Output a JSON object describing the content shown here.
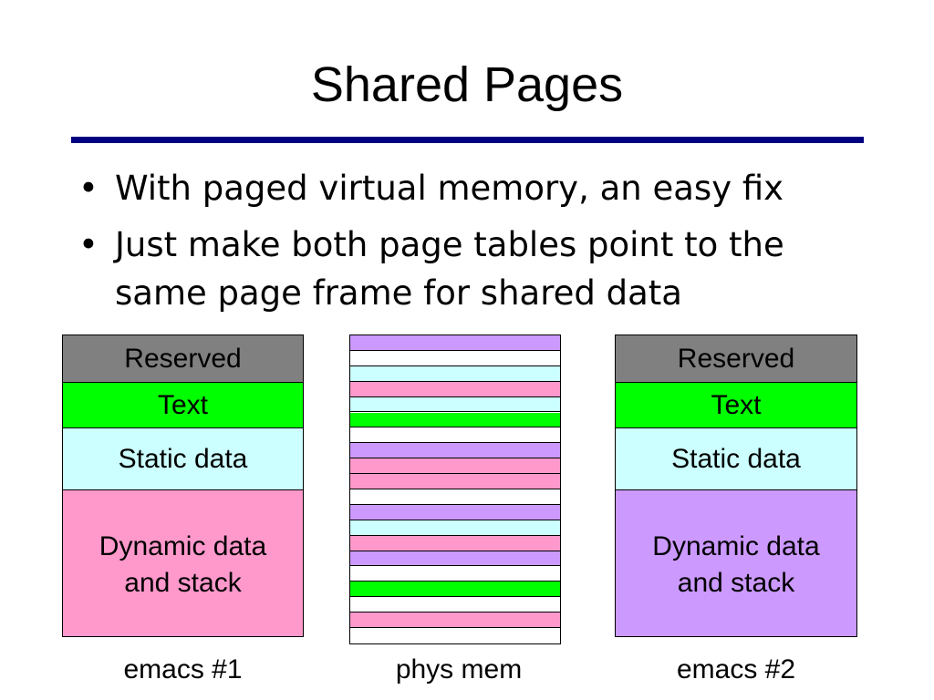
{
  "title": "Shared Pages",
  "bullets": [
    "With paged virtual memory, an easy fix",
    "Just make both page tables point to the same page frame for shared data"
  ],
  "bullet_symbol": "•",
  "colors": {
    "title_rule": "#000080",
    "reserved": "#808080",
    "text": "#00ff00",
    "static": "#ccffff",
    "dynamic_1": "#ff99cc",
    "dynamic_2": "#cc99ff",
    "empty": "#ffffff"
  },
  "emacs1": {
    "caption": "emacs #1",
    "segments": [
      {
        "label": "Reserved",
        "color": "#808080"
      },
      {
        "label": "Text",
        "color": "#00ff00"
      },
      {
        "label": "Static data",
        "color": "#ccffff"
      },
      {
        "label": "Dynamic data and stack",
        "color": "#ff99cc"
      }
    ]
  },
  "emacs2": {
    "caption": "emacs #2",
    "segments": [
      {
        "label": "Reserved",
        "color": "#808080"
      },
      {
        "label": "Text",
        "color": "#00ff00"
      },
      {
        "label": "Static data",
        "color": "#ccffff"
      },
      {
        "label": "Dynamic data and stack",
        "color": "#cc99ff"
      }
    ]
  },
  "phys_mem": {
    "caption": "phys mem",
    "frames": [
      "#cc99ff",
      "#ffffff",
      "#ccffff",
      "#ff99cc",
      "#ccffff",
      "#00ff00",
      "#ffffff",
      "#cc99ff",
      "#ff99cc",
      "#ff99cc",
      "#ffffff",
      "#cc99ff",
      "#ccffff",
      "#ff99cc",
      "#cc99ff",
      "#ffffff",
      "#00ff00",
      "#ffffff",
      "#ff99cc",
      "#ffffff"
    ]
  }
}
